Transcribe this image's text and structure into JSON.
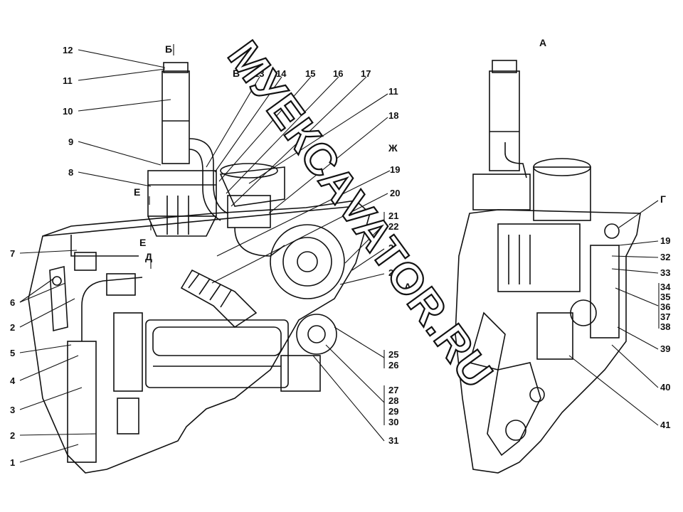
{
  "watermark": "МУЕКСАVATOR.RU",
  "views": {
    "a": "А",
    "b": "Б",
    "v": "В",
    "g": "Г",
    "d": "Д",
    "e1": "Е",
    "e2": "Е",
    "zh": "Ж",
    "a_arrow": "А"
  },
  "callouts_left": [
    "12",
    "11",
    "10",
    "9",
    "8",
    "7",
    "6",
    "2",
    "5",
    "4",
    "3",
    "2",
    "1"
  ],
  "callouts_top": [
    "13",
    "14",
    "15",
    "16",
    "17",
    "11",
    "18",
    "19",
    "20"
  ],
  "callouts_right_group1": [
    "21",
    "22"
  ],
  "callouts_mid": [
    "23",
    "24"
  ],
  "callouts_right_group2": [
    "25",
    "26"
  ],
  "callouts_right_group3": [
    "27",
    "28",
    "29",
    "30"
  ],
  "callout_31": "31",
  "callouts_view_a": [
    "19",
    "32",
    "33"
  ],
  "callouts_view_a_group": [
    "34",
    "35",
    "36",
    "37",
    "38"
  ],
  "callouts_view_a_bottom": [
    "39",
    "40",
    "41"
  ]
}
